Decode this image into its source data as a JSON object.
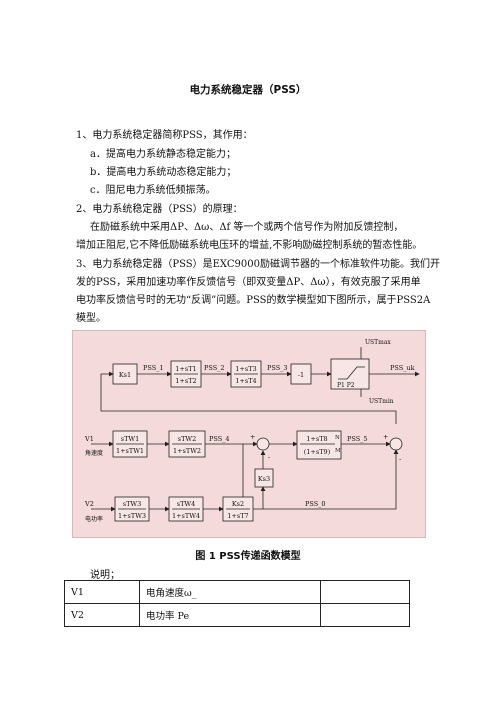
{
  "doc": {
    "title": "电力系统稳定器（PSS）",
    "p1": "1、电力系统稳定器简称PSS，其作用：",
    "p1a": "a．提高电力系统静态稳定能力；",
    "p1b": "b．提高电力系统动态稳定能力；",
    "p1c": "c．阻尼电力系统低频振荡。",
    "p2": "2、电力系统稳定器（PSS）的原理：",
    "p2l1": "在励磁系统中采用ΔP、Δω、Δf 等一个或两个信号作为附加反馈控制，",
    "p2l2": "增加正阻尼,它不降低励磁系统电压环的增益,不影响励磁控制系统的暂态性能。",
    "p3l1": "3、电力系统稳定器（PSS）是EXC9000励磁调节器的一个标准软件功能。我们开",
    "p3l2": "发的PSS，采用加速功率作反馈信号（即双变量ΔP、Δω），有效克服了采用单",
    "p3l3": "电功率反馈信号时的无功“反调”问题。PSS的数学模型如下图所示，属于PSS2A",
    "p3l4": "模型。",
    "caption": "图 1 PSS传递函数模型",
    "note": "说明；"
  },
  "diagram": {
    "ks1": "Ks1",
    "pss1": "PSS_1",
    "t1n": "1+sT1",
    "t1d": "1+sT2",
    "pss2": "PSS_2",
    "t3n": "1+sT3",
    "t3d": "1+sT4",
    "pss3": "PSS_3",
    "neg1": "-1",
    "p1p2": "P1   P2",
    "ustmax": "USTmax",
    "ustmin": "USTmin",
    "pssuk": "PSS_uk",
    "v1": "V1",
    "v1name": "角速度",
    "tw1n": "sTW1",
    "tw1d": "1+sTW1",
    "tw2n": "sTW2",
    "tw2d": "1+sTW2",
    "pss4": "PSS_4",
    "t8n": "1+sT8",
    "t8d": "(1+sT9)",
    "nexp": "N",
    "mexp": "M",
    "pss5": "PSS_5",
    "ks3": "Ks3",
    "v2": "V2",
    "v2name": "电功率",
    "tw3n": "sTW3",
    "tw3d": "1+sTW3",
    "tw4n": "sTW4",
    "tw4d": "1+sTW4",
    "ks2n": "Ks2",
    "t7d": "1+sT7",
    "pss0": "PSS_0",
    "plus": "+",
    "minus": "-"
  },
  "table": {
    "rows": [
      {
        "sym": "V1",
        "desc": "电角速度ω_"
      },
      {
        "sym": "V2",
        "desc": "电功率 Pe"
      }
    ]
  }
}
